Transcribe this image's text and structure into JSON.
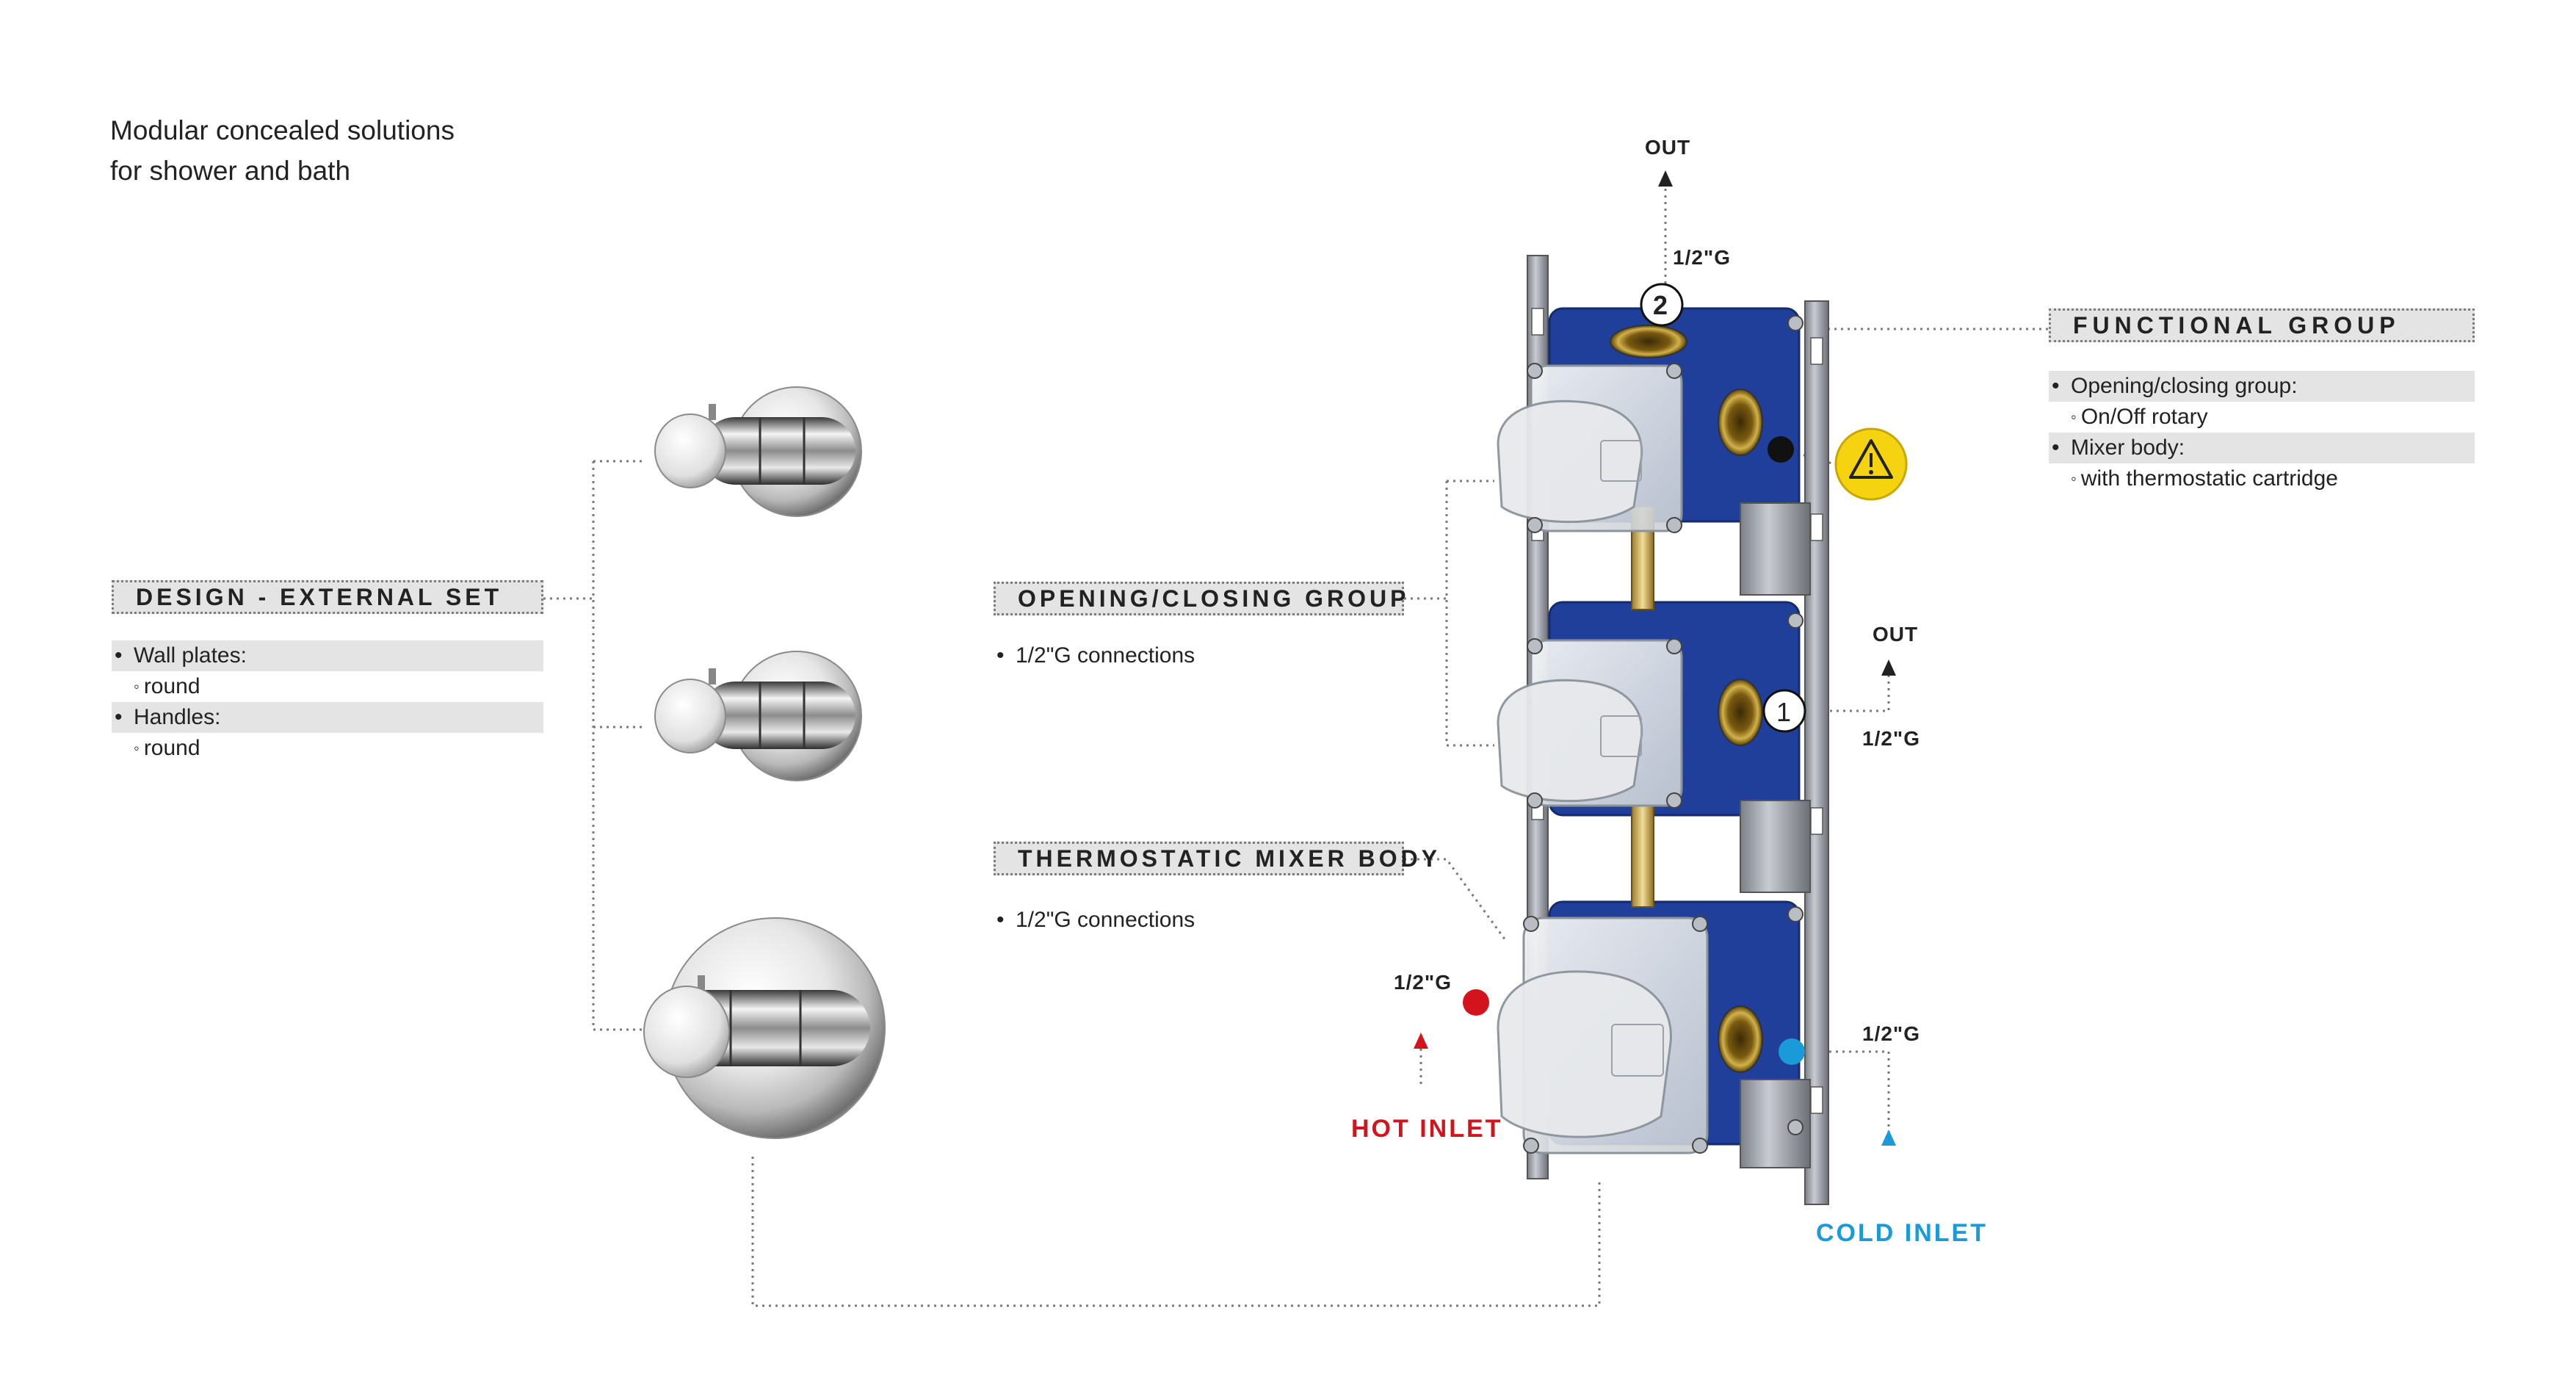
{
  "intro": {
    "line1": "Modular concealed solutions",
    "line2": "for shower and bath"
  },
  "design_external_set": {
    "title": "DESIGN - EXTERNAL SET",
    "items": [
      {
        "label": "Wall plates:",
        "sub": "round"
      },
      {
        "label": "Handles:",
        "sub": "round"
      }
    ]
  },
  "opening_closing_group": {
    "title": "OPENING/CLOSING GROUP",
    "bullet": "1/2\"G connections"
  },
  "thermostatic_mixer_body": {
    "title": "THERMOSTATIC MIXER BODY",
    "bullet": "1/2\"G connections"
  },
  "functional_group": {
    "title": "FUNCTIONAL GROUP",
    "items": [
      {
        "label": "Opening/closing group:",
        "sub": "On/Off rotary"
      },
      {
        "label": "Mixer body:",
        "sub": "with thermostatic cartridge"
      }
    ]
  },
  "connections": {
    "out_top_label": "OUT",
    "out_top_size": "1/2\"G",
    "out_top_number": "2",
    "out_side_label": "OUT",
    "out_side_size": "1/2\"G",
    "out_side_number": "1",
    "hot_size": "1/2\"G",
    "hot_label": "HOT INLET",
    "cold_size": "1/2\"G",
    "cold_label": "COLD INLET"
  },
  "colors": {
    "hot": "#d4141c",
    "cold": "#1a9ad8",
    "body_blue": "#1f3f9a",
    "header_gray": "#e4e4e4",
    "warning_yellow": "#f5d311"
  },
  "icons": [
    "warning-icon",
    "thermostatic-handle-icon"
  ]
}
